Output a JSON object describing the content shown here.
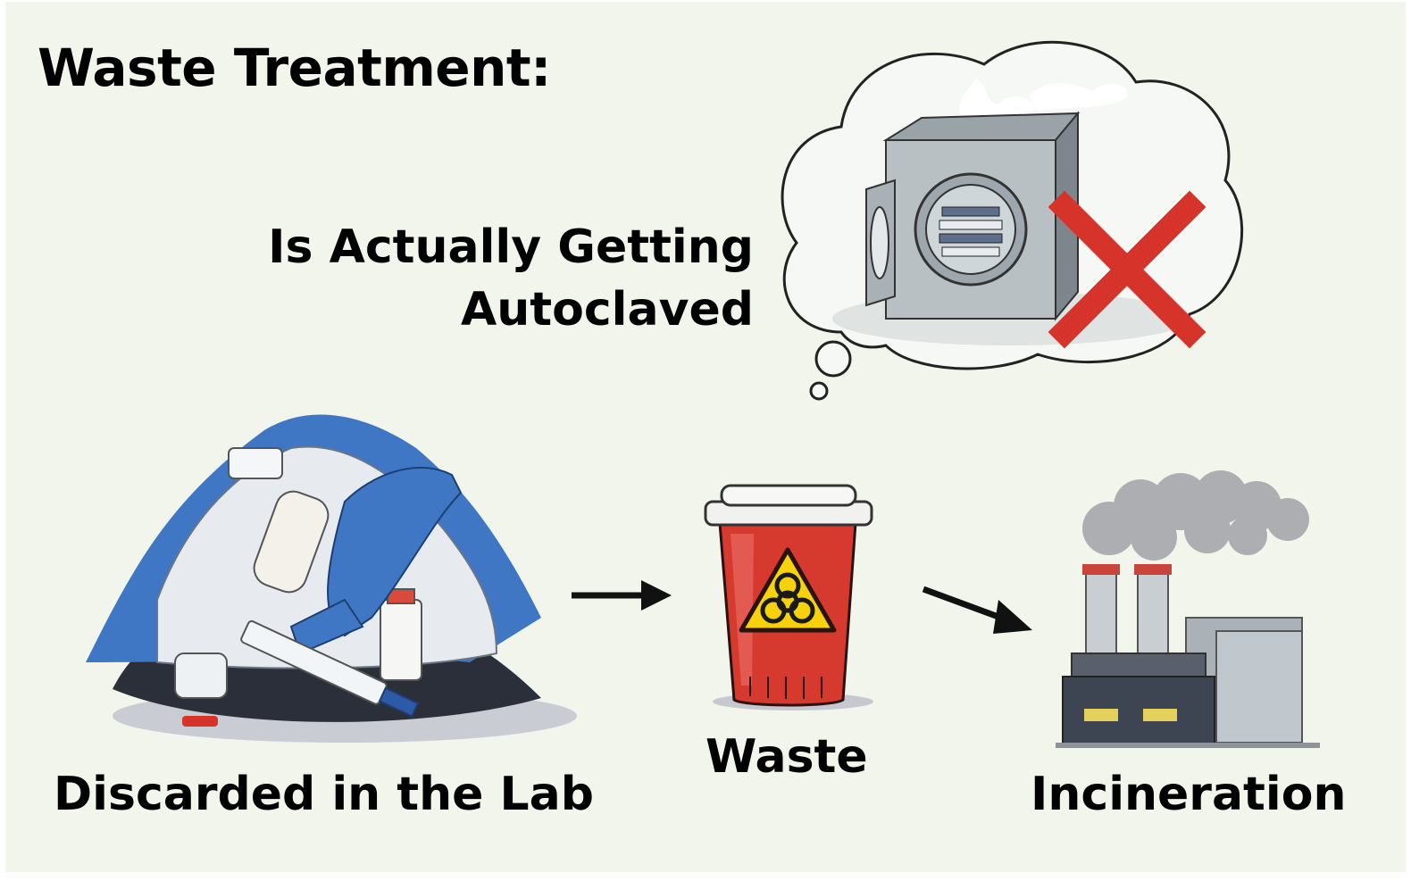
{
  "title": "Waste Treatment:",
  "thought": {
    "line1": "Is Actually Getting",
    "line2": "Autoclaved"
  },
  "steps": [
    {
      "label": "Discarded in the Lab",
      "icon": "lab-waste-pile-icon"
    },
    {
      "label": "Waste",
      "icon": "biohazard-bin-icon"
    },
    {
      "label": "Incineration",
      "icon": "incinerator-factory-icon"
    }
  ],
  "colors": {
    "background": "#f1f5ec",
    "cross": "#d6332b",
    "bin": "#d63a2f",
    "biohazard": "#f5d20c",
    "glove": "#3f77c4"
  }
}
